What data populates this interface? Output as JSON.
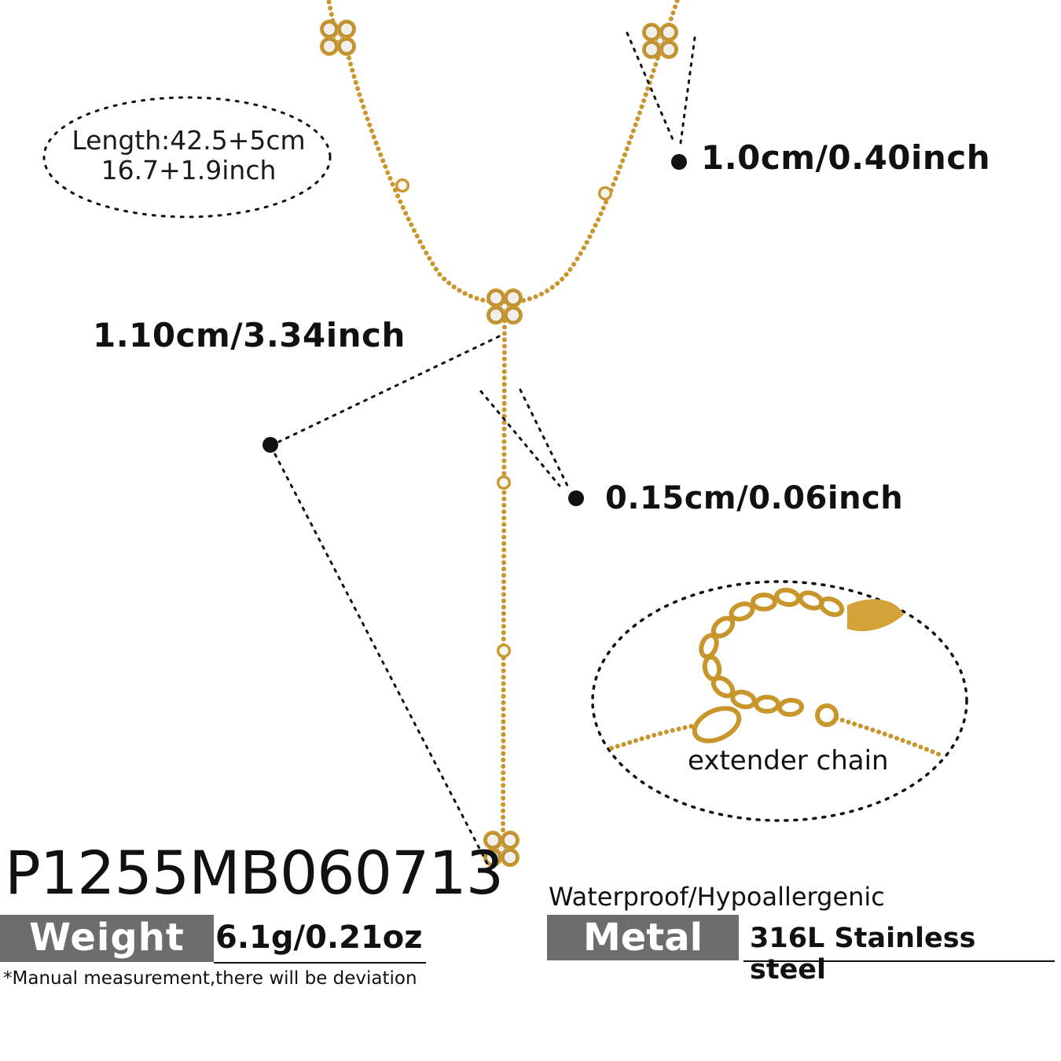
{
  "length_spec": {
    "line1": "Length:42.5+5cm",
    "line2": "16.7+1.9inch"
  },
  "dimensions": {
    "top_charm": "1.0cm/0.40inch",
    "pendant_drop": "1.10cm/3.34inch",
    "bead": "0.15cm/0.06inch"
  },
  "extender": {
    "label": "extender chain"
  },
  "product": {
    "sku": "P1255MB060713",
    "weight_label": "Weight",
    "weight_value": "6.1g/0.21oz",
    "note": "*Manual measurement,there will be deviation",
    "properties": "Waterproof/Hypoallergenic",
    "metal_label": "Metal",
    "metal_value": "316L Stainless steel"
  },
  "colors": {
    "gold": "#c9962c",
    "tag_gray": "#6d6d6d",
    "crystal": "#f2efe8"
  }
}
